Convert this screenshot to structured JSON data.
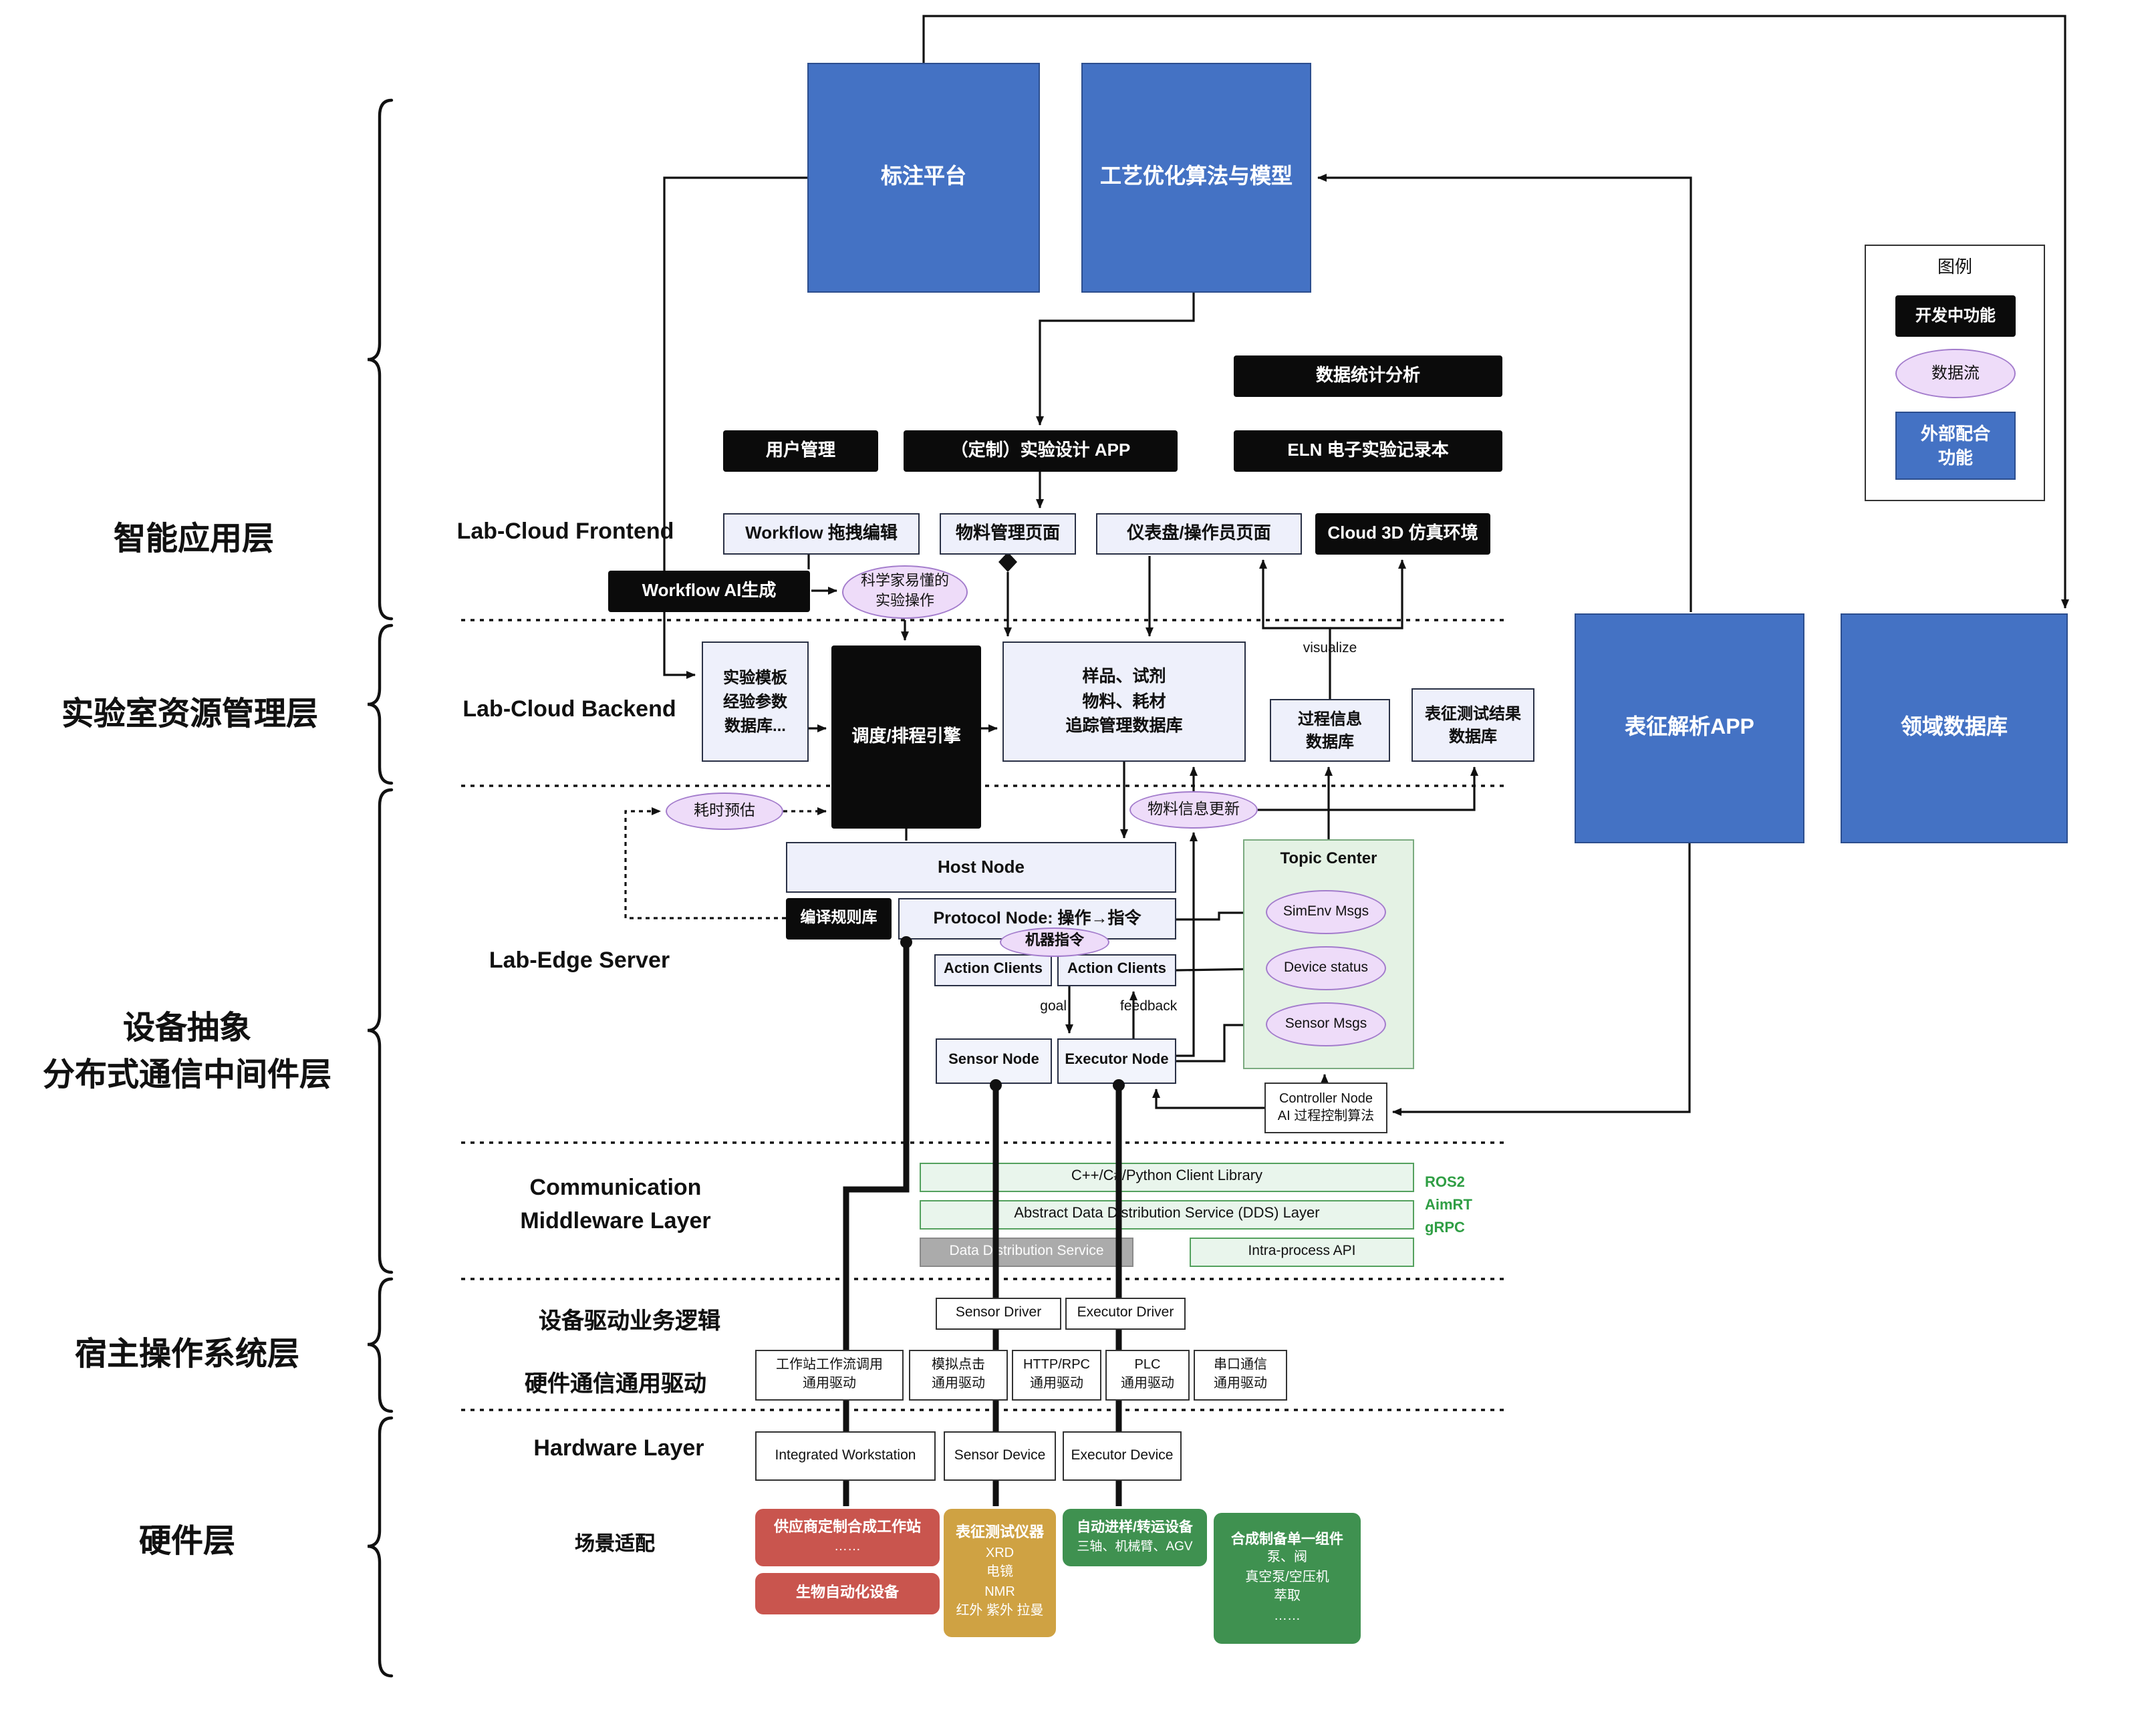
{
  "layer_labels": {
    "app": "智能应用层",
    "resource": "实验室资源管理层",
    "device1": "设备抽象",
    "device2": "分布式通信中间件层",
    "host_os": "宿主操作系统层",
    "hardware": "硬件层"
  },
  "section_labels": {
    "frontend": "Lab-Cloud Frontend",
    "backend": "Lab-Cloud Backend",
    "edge": "Lab-Edge Server",
    "comm1": "Communication",
    "comm2": "Middleware Layer",
    "driver_logic": "设备驱动业务逻辑",
    "hw_driver": "硬件通信通用驱动",
    "hw_layer": "Hardware Layer",
    "scene": "场景适配"
  },
  "top": {
    "annotation_platform": "标注平台",
    "process_opt": "工艺优化算法与模型"
  },
  "frontend": {
    "stats": "数据统计分析",
    "user_mgmt": "用户管理",
    "custom_app": "（定制）实验设计 APP",
    "eln": "ELN 电子实验记录本",
    "workflow_edit": "Workflow 拖拽编辑",
    "material_page": "物料管理页面",
    "dashboard": "仪表盘/操作员页面",
    "cloud3d": "Cloud 3D 仿真环境",
    "workflow_ai": "Workflow AI生成",
    "sci_ops1": "科学家易懂的",
    "sci_ops2": "实验操作"
  },
  "backend": {
    "template_db1": "实验模板",
    "template_db2": "经验参数",
    "template_db3": "数据库...",
    "scheduler": "调度/排程引擎",
    "sample_db1": "样品、试剂",
    "sample_db2": "物料、耗材",
    "sample_db3": "追踪管理数据库",
    "process_db1": "过程信息",
    "process_db2": "数据库",
    "result_db1": "表征测试结果",
    "result_db2": "数据库",
    "charact_app": "表征解析APP",
    "domain_db": "领域数据库",
    "visualize": "visualize",
    "time_est": "耗时预估",
    "material_update": "物料信息更新"
  },
  "edge": {
    "host_node": "Host Node",
    "compile_rules": "编译规则库",
    "protocol_node": "Protocol Node: 操作→指令",
    "machine_cmd": "机器指令",
    "action_client1": "Action Clients",
    "action_client2": "Action Clients",
    "goal": "goal",
    "feedback": "feedback",
    "sensor_node": "Sensor Node",
    "executor_node": "Executor Node",
    "topic_center": "Topic Center",
    "simenv": "SimEnv Msgs",
    "device_status": "Device status",
    "sensor_msgs": "Sensor Msgs",
    "controller1": "Controller Node",
    "controller2": "AI 过程控制算法"
  },
  "middleware": {
    "client_lib": "C++/C#/Python Client Library",
    "dds_layer": "Abstract Data Distribution Service (DDS) Layer",
    "dds": "Data Distribution Service",
    "intra_api": "Intra-process API",
    "ros2": "ROS2",
    "aimrt": "AimRT",
    "grpc": "gRPC"
  },
  "drivers": {
    "sensor_driver": "Sensor Driver",
    "executor_driver": "Executor Driver",
    "drv1a": "工作站工作流调用",
    "drv1b": "通用驱动",
    "drv2a": "模拟点击",
    "drv2b": "通用驱动",
    "drv3a": "HTTP/RPC",
    "drv3b": "通用驱动",
    "drv4a": "PLC",
    "drv4b": "通用驱动",
    "drv5a": "串口通信",
    "drv5b": "通用驱动"
  },
  "hardware": {
    "workstation": "Integrated Workstation",
    "sensor_device": "Sensor Device",
    "executor_device": "Executor Device"
  },
  "scene": {
    "vendor_title": "供应商定制合成工作站",
    "vendor_sub": "……",
    "bio": "生物自动化设备",
    "charact_title": "表征测试仪器",
    "charact_l1": "XRD",
    "charact_l2": "电镜",
    "charact_l3": "NMR",
    "charact_l4": "红外 紫外 拉曼",
    "transfer_title": "自动进样/转运设备",
    "transfer_sub": "三轴、机械臂、AGV",
    "synth_title": "合成制备单一组件",
    "synth_l1": "泵、阀",
    "synth_l2": "真空泵/空压机",
    "synth_l3": "萃取",
    "synth_l4": "……"
  },
  "legend": {
    "title": "图例",
    "dev": "开发中功能",
    "flow": "数据流",
    "external1": "外部配合",
    "external2": "功能"
  },
  "colors": {
    "accent_blue": "#4472c4",
    "dev_black": "#0b0b0b",
    "dataflow_purple": "#eedcf9",
    "topic_green": "#e4f2e4",
    "scene_red": "#c9554e",
    "scene_gold": "#cfa243",
    "scene_green": "#3f9150"
  }
}
